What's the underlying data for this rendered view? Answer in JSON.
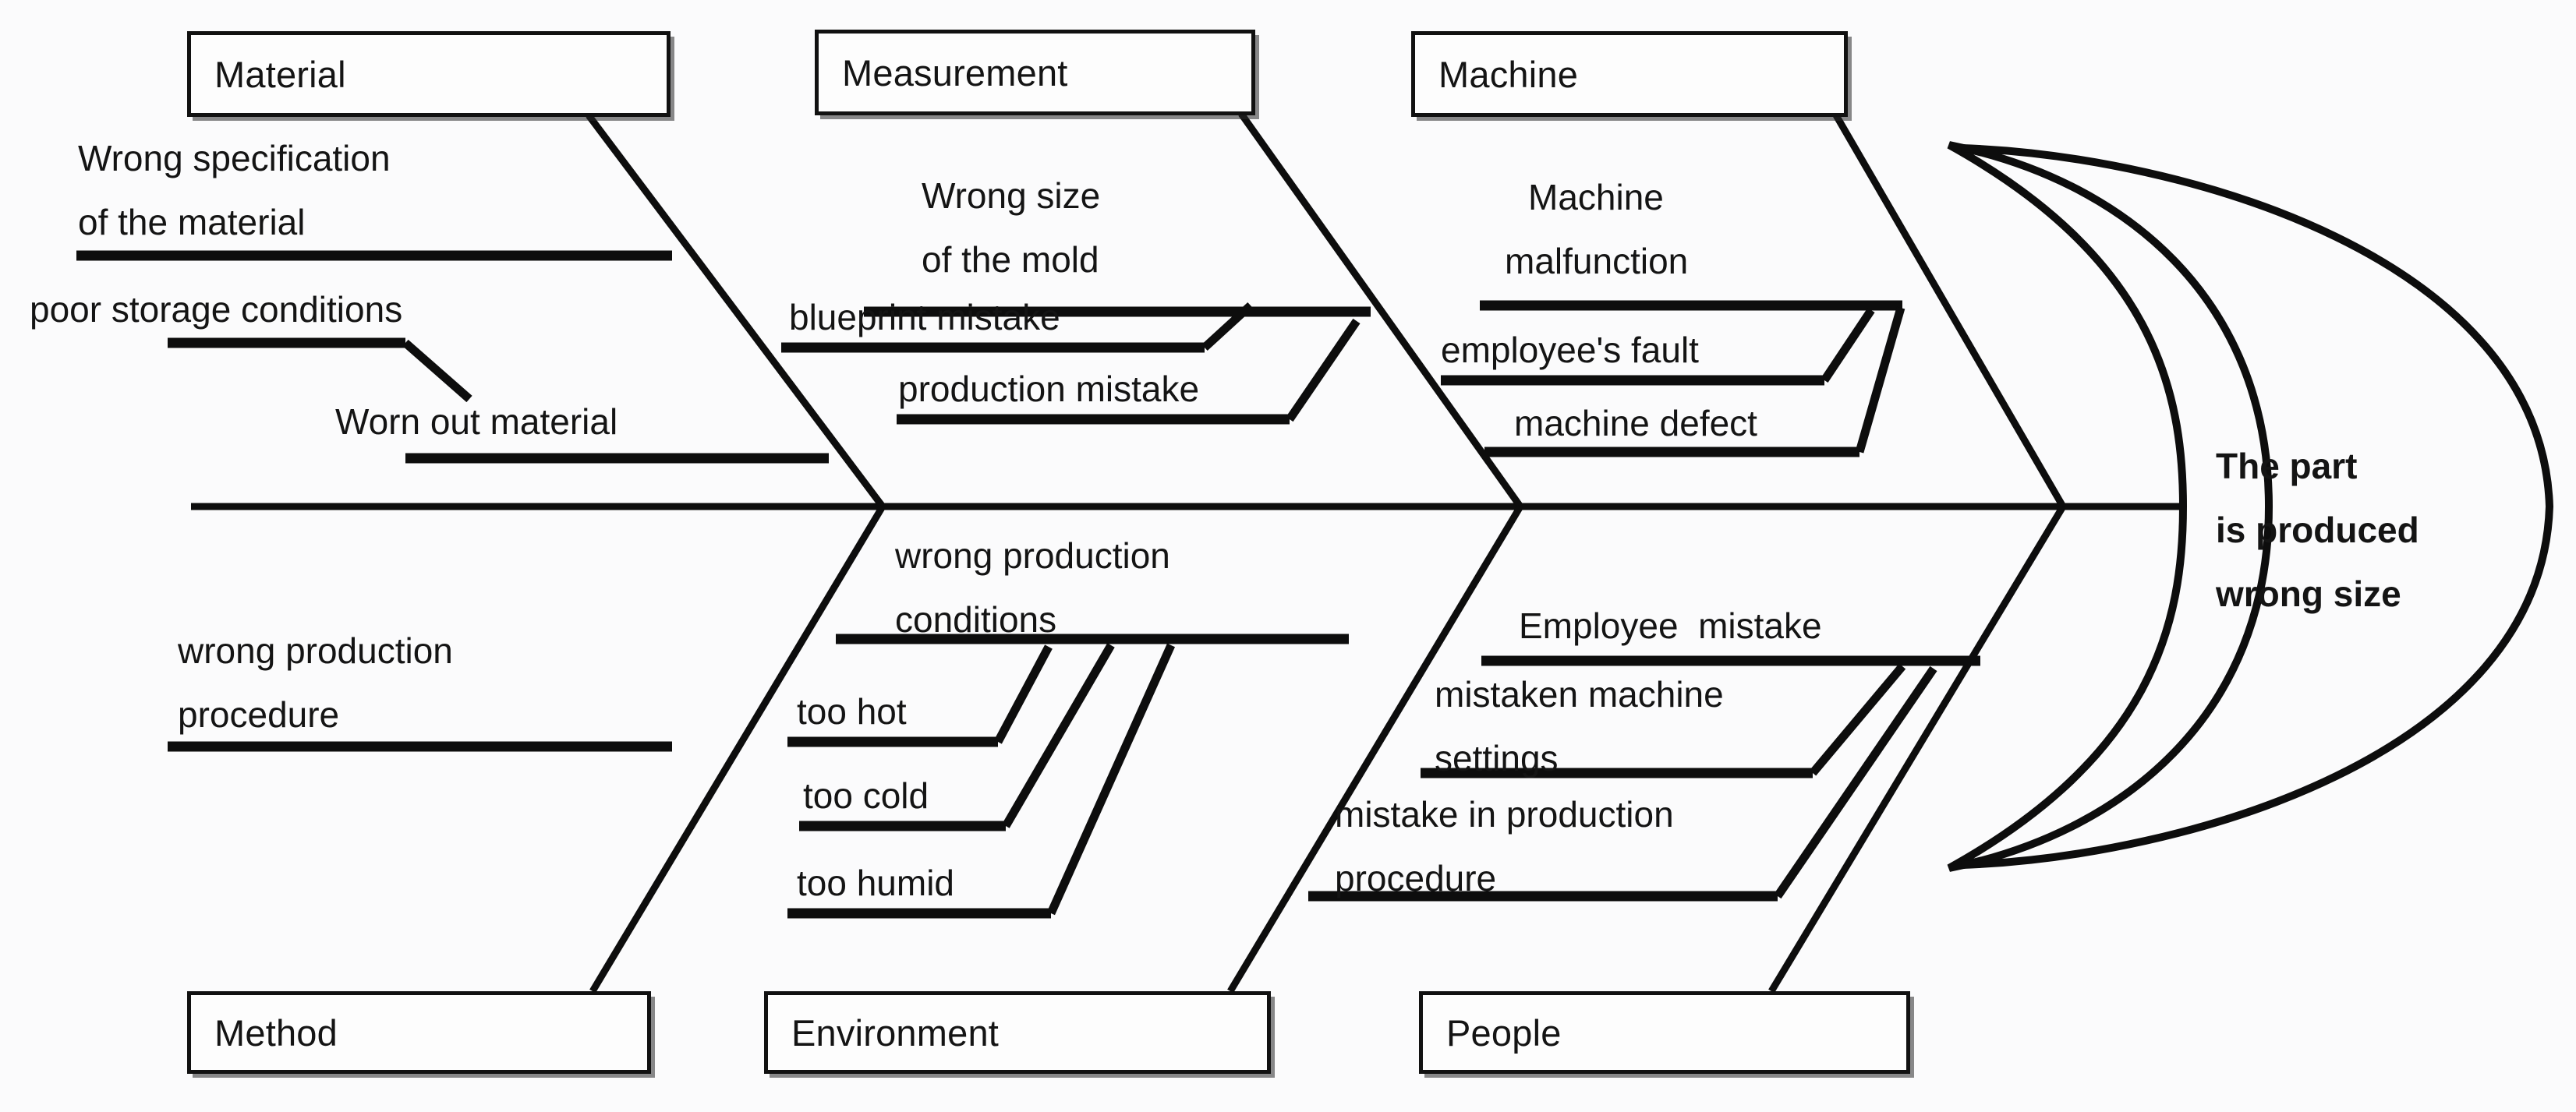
{
  "diagram": {
    "type": "fishbone-ishikawa",
    "effect": {
      "label_line1": "The part",
      "label_line2": "is produced",
      "label_line3": "wrong size"
    },
    "categories": [
      {
        "id": "material",
        "label": "Material",
        "position": "top-left",
        "causes": [
          {
            "text_line1": "Wrong specification",
            "text_line2": "of the material"
          },
          {
            "text_line1": "poor storage conditions",
            "text_line2": ""
          },
          {
            "text_line1": "Worn out material",
            "text_line2": ""
          }
        ]
      },
      {
        "id": "measurement",
        "label": "Measurement",
        "position": "top-middle",
        "causes": [
          {
            "text_line1": "Wrong size",
            "text_line2": "of the mold"
          },
          {
            "text_line1": "blueprint mistake",
            "text_line2": ""
          },
          {
            "text_line1": "production mistake",
            "text_line2": ""
          }
        ]
      },
      {
        "id": "machine",
        "label": "Machine",
        "position": "top-right",
        "causes": [
          {
            "text_line1": "Machine",
            "text_line2": "malfunction"
          },
          {
            "text_line1": "employee's fault",
            "text_line2": ""
          },
          {
            "text_line1": "machine defect",
            "text_line2": ""
          }
        ]
      },
      {
        "id": "method",
        "label": "Method",
        "position": "bottom-left",
        "causes": [
          {
            "text_line1": "wrong production",
            "text_line2": "procedure"
          }
        ]
      },
      {
        "id": "environment",
        "label": "Environment",
        "position": "bottom-middle",
        "causes": [
          {
            "text_line1": "wrong production",
            "text_line2": "conditions"
          },
          {
            "text_line1": "too hot",
            "text_line2": ""
          },
          {
            "text_line1": "too cold",
            "text_line2": ""
          },
          {
            "text_line1": "too humid",
            "text_line2": ""
          }
        ]
      },
      {
        "id": "people",
        "label": "People",
        "position": "bottom-right",
        "causes": [
          {
            "text_line1": "Employee  mistake",
            "text_line2": ""
          },
          {
            "text_line1": "mistaken machine",
            "text_line2": "settings"
          },
          {
            "text_line1": "mistake in production",
            "text_line2": "procedure"
          }
        ]
      }
    ],
    "colors": {
      "line": "#0d0d0d",
      "text": "#141414",
      "background": "#fbfbfc",
      "box_fill": "#fdfdfd"
    }
  }
}
